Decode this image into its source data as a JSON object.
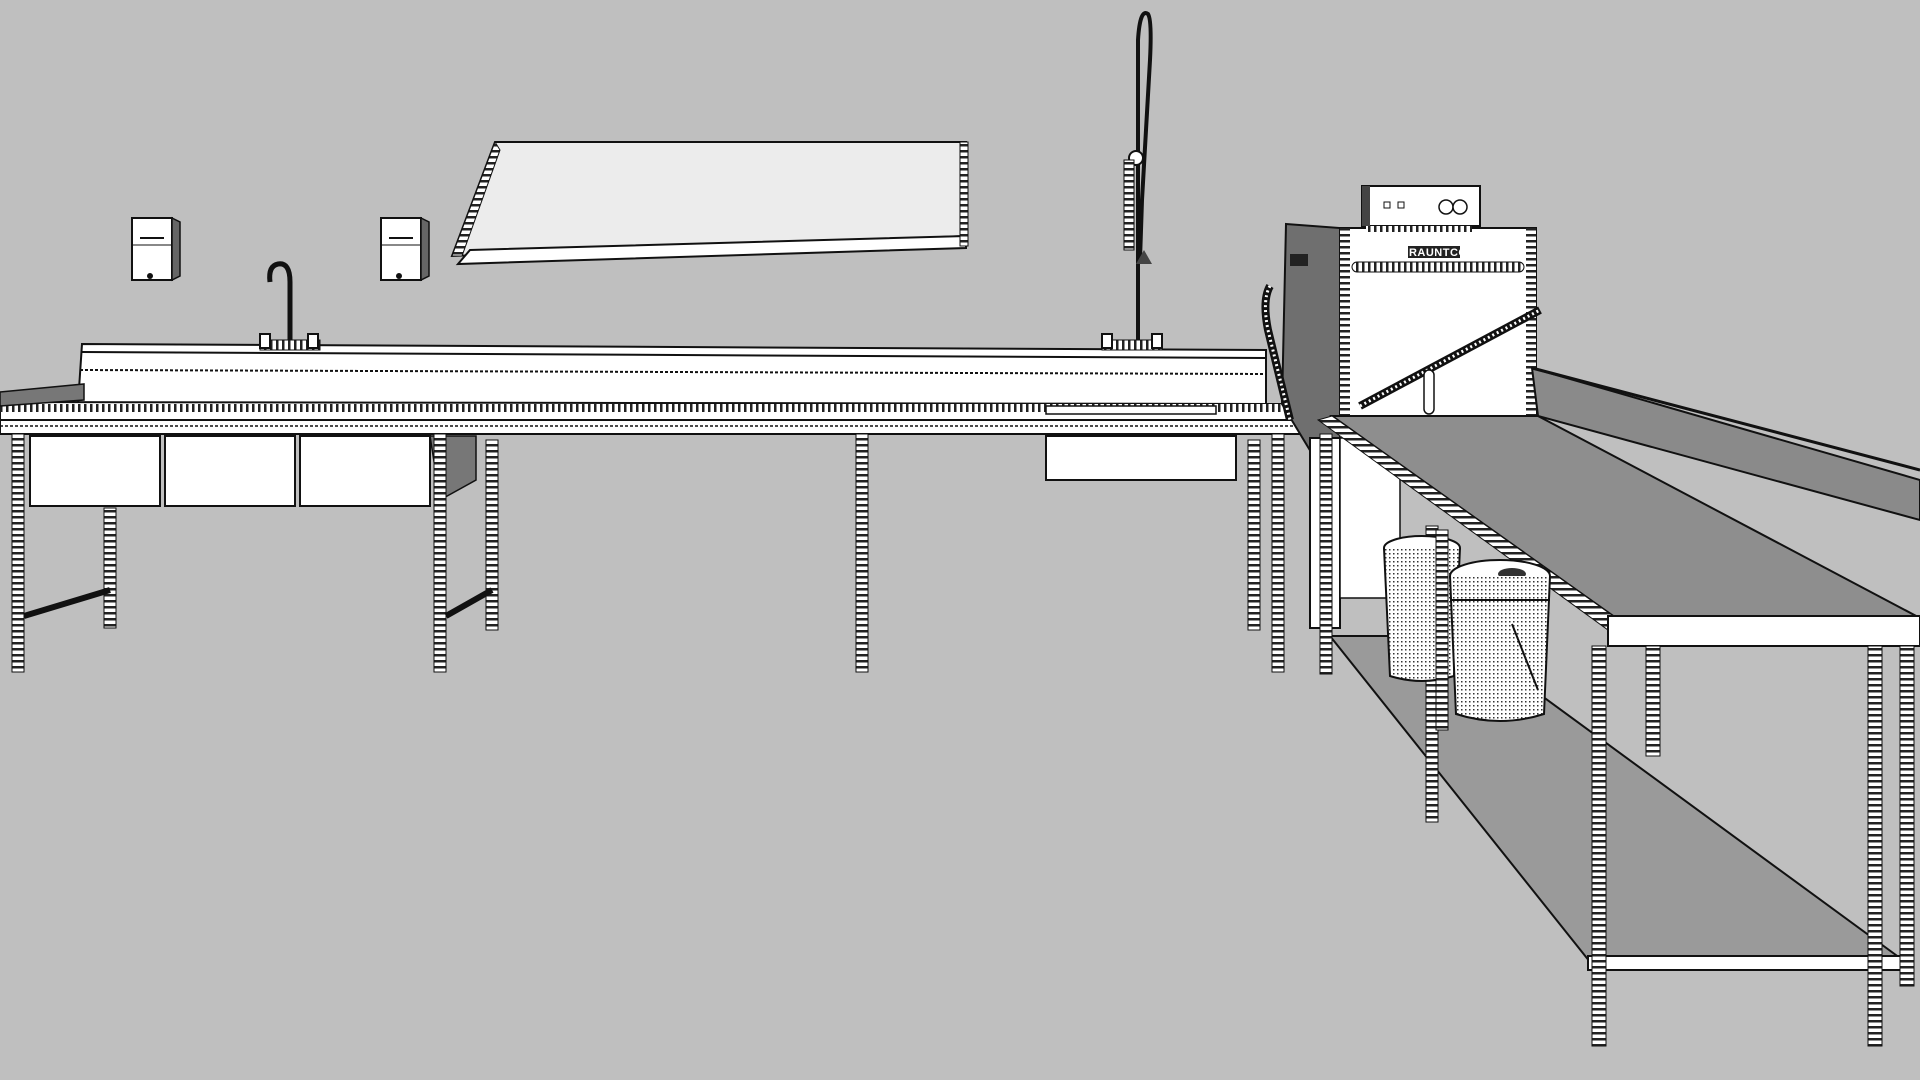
{
  "scene": {
    "type": "3D model render of commercial dishwashing station",
    "background_color": "#bfbfbf",
    "line_color": "#1a1a1a",
    "steel_face_color": "#ffffff",
    "steel_shadow_color": "#8c8c8c",
    "shelf_color": "#9a9a9a"
  },
  "objects": {
    "soap_dispenser_left": {
      "label": "soap dispenser"
    },
    "soap_dispenser_right": {
      "label": "soap dispenser"
    },
    "wall_shelf": {
      "label": "wall shelf"
    },
    "three_compartment_sink": {
      "label": "three-compartment sink",
      "compartments": 3
    },
    "sink_faucet": {
      "label": "gooseneck faucet"
    },
    "prerinse_faucet": {
      "label": "pre-rinse spray faucet"
    },
    "soiled_dish_table": {
      "label": "soiled dish table with sink"
    },
    "dishwasher": {
      "label": "door-type dishwasher",
      "brand_badge": "BRAUNTCO"
    },
    "booster_control_box": {
      "label": "control box",
      "buttons": 2,
      "gauges": 2
    },
    "clean_dish_table": {
      "label": "clean dish table with undershelf"
    },
    "buckets": {
      "label": "buckets",
      "count": 2
    }
  }
}
